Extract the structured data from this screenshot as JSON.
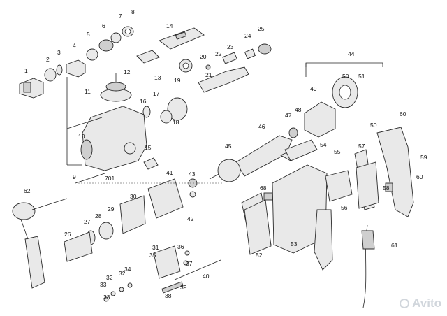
{
  "diagram": {
    "callouts": [
      "1",
      "2",
      "3",
      "4",
      "5",
      "6",
      "7",
      "8",
      "9",
      "10",
      "11",
      "12",
      "13",
      "14",
      "15",
      "16",
      "17",
      "18",
      "19",
      "20",
      "21",
      "22",
      "23",
      "24",
      "25",
      "26",
      "27",
      "28",
      "29",
      "30",
      "31",
      "32",
      "32",
      "33",
      "33",
      "34",
      "35",
      "36",
      "37",
      "38",
      "39",
      "40",
      "41",
      "42",
      "43",
      "44",
      "45",
      "46",
      "47",
      "48",
      "49",
      "50",
      "50",
      "51",
      "52",
      "53",
      "54",
      "55",
      "56",
      "57",
      "58",
      "59",
      "60",
      "60",
      "61",
      "62",
      "68",
      "701"
    ]
  },
  "watermark": {
    "text": "Avito"
  }
}
